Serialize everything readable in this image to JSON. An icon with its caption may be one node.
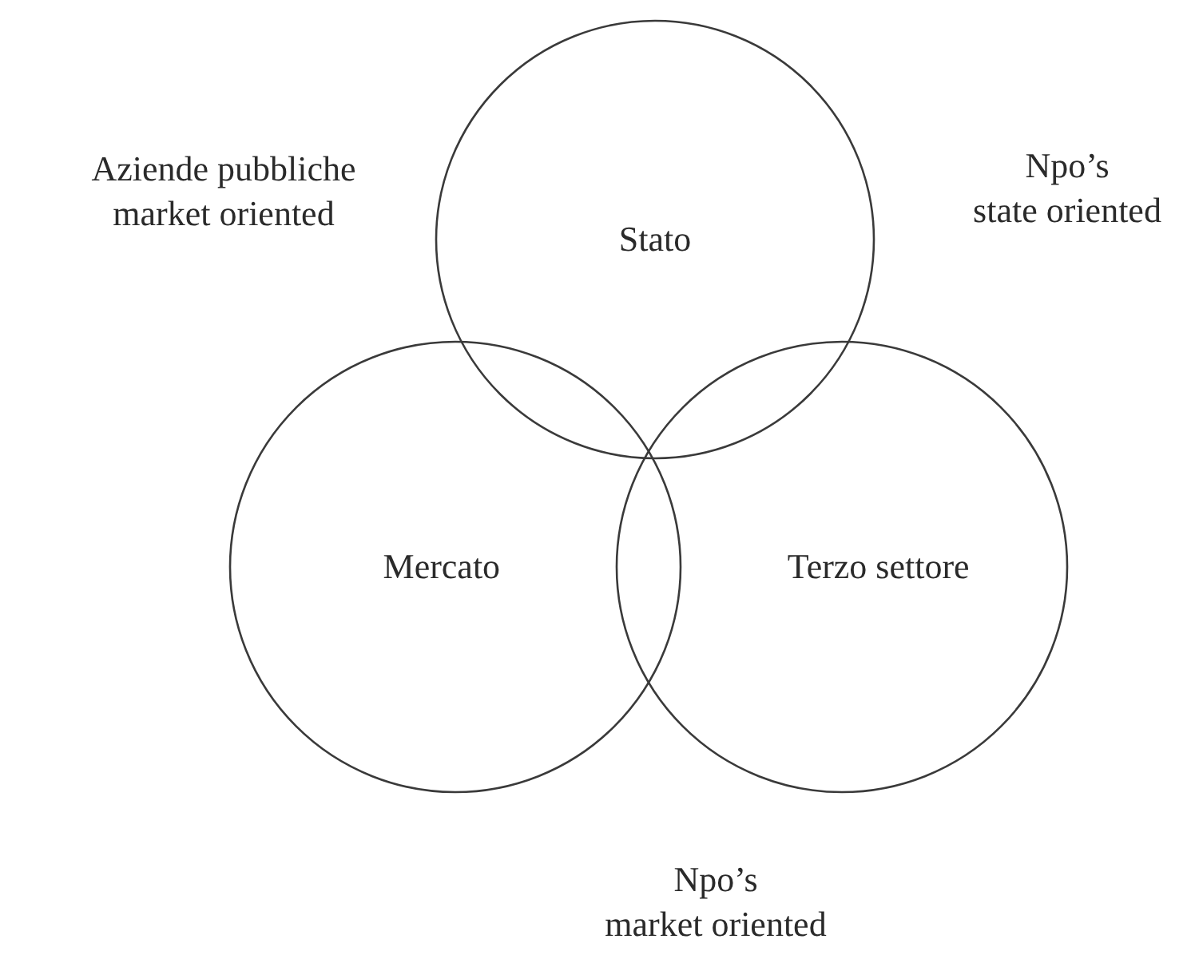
{
  "diagram": {
    "nodes": [
      {
        "text": [
          "Stato"
        ]
      },
      {
        "text": [
          "Mercato"
        ]
      },
      {
        "text": [
          "Terzo settore"
        ]
      }
    ],
    "labels": [
      "Aziende pubbliche market oriented",
      "Npo’s state oriented",
      "Npo’s market oriented"
    ]
  }
}
